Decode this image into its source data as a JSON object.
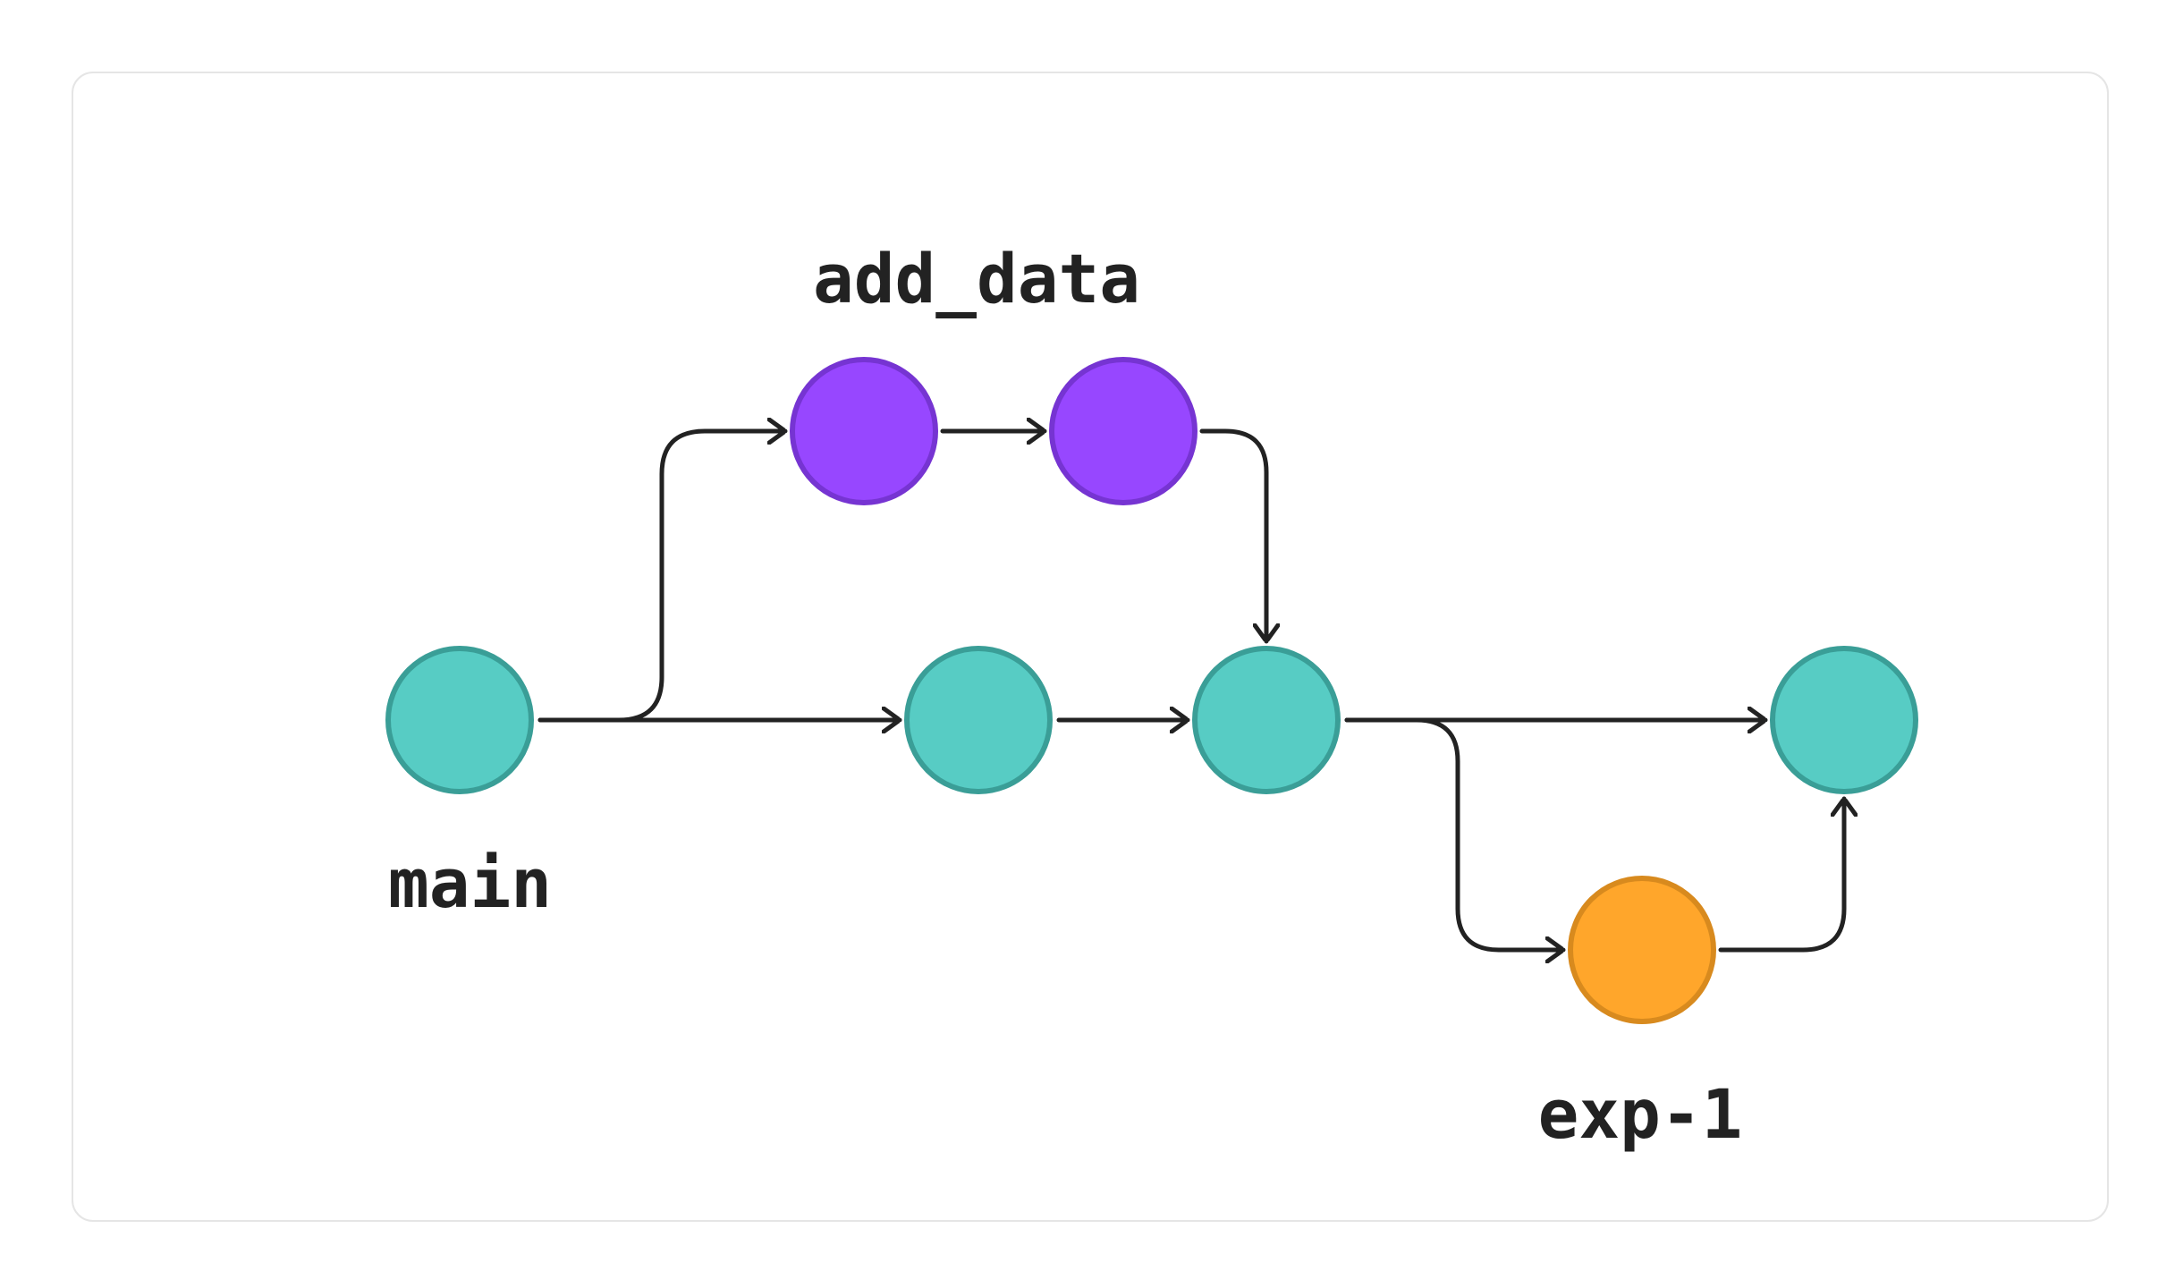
{
  "colors": {
    "main_fill": "#57CCC4",
    "main_stroke": "#3A9E97",
    "add_data_fill": "#9747FF",
    "add_data_stroke": "#7634D2",
    "exp_fill": "#FFA62B",
    "exp_stroke": "#D88A1E",
    "line": "#222222"
  },
  "branches": [
    {
      "id": "main",
      "name": "main"
    },
    {
      "id": "add_data",
      "name": "add_data"
    },
    {
      "id": "exp-1",
      "name": "exp-1"
    }
  ],
  "commits": [
    {
      "id": "m1",
      "branch": "main"
    },
    {
      "id": "m2",
      "branch": "main"
    },
    {
      "id": "m3",
      "branch": "main"
    },
    {
      "id": "m4",
      "branch": "main"
    },
    {
      "id": "a1",
      "branch": "add_data"
    },
    {
      "id": "a2",
      "branch": "add_data"
    },
    {
      "id": "e1",
      "branch": "exp-1"
    }
  ],
  "edges": [
    {
      "from": "m1",
      "to": "m2"
    },
    {
      "from": "m1",
      "to": "a1"
    },
    {
      "from": "a1",
      "to": "a2"
    },
    {
      "from": "a2",
      "to": "m3"
    },
    {
      "from": "m2",
      "to": "m3"
    },
    {
      "from": "m3",
      "to": "m4"
    },
    {
      "from": "m3",
      "to": "e1"
    },
    {
      "from": "e1",
      "to": "m4"
    }
  ]
}
